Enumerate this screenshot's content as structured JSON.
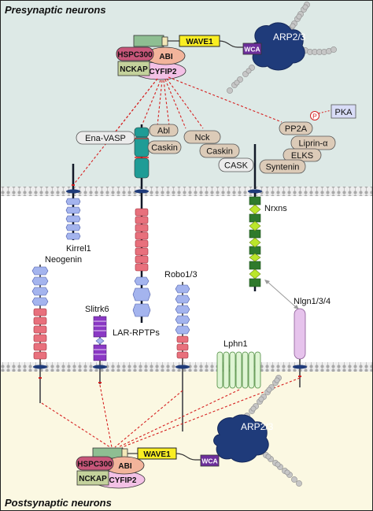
{
  "regions": {
    "presynaptic": "Presynaptic neurons",
    "postsynaptic": "Postsynaptic neurons"
  },
  "complex": {
    "hspc300": "HSPC300",
    "abi": "ABI",
    "nckap": "NCKAP",
    "cyfip2": "CYFIP2",
    "wave1": "WAVE1",
    "wca": "WCA",
    "arp23": "ARP2/3"
  },
  "adaptors": {
    "ena_vasp": "Ena-VASP",
    "abl": "Abl",
    "caskin_1": "Caskin",
    "nck": "Nck",
    "caskin_2": "Caskin",
    "cask": "CASK",
    "pp2a": "PP2A",
    "liprin": "Liprin-α",
    "elks": "ELKS",
    "syntenin": "Syntenin",
    "p": "P",
    "pka": "PKA"
  },
  "receptors": {
    "kirrel": "Kirrel1",
    "neogenin": "Neogenin",
    "lar": "LAR-RPTPs",
    "slitrk": "Slitrk6",
    "robo": "Robo1/3",
    "nrxns": "Nrxns",
    "lphn": "Lphn1",
    "nlgn": "Nlgn1/3/4"
  },
  "colors": {
    "pre_bg": "#dde9e6",
    "post_bg": "#fbf8e2",
    "membrane": "#ececec",
    "blue_domain": "#a4b4ee",
    "red_domain": "#e8707c",
    "teal": "#1f9c96",
    "purple": "#8a38c4",
    "green_dark": "#2f7a2c",
    "green_diamond": "#bbe62a",
    "lphn_green": "#dff5d4",
    "nlgn_pink": "#e6c3ec",
    "arp_navy": "#1f3b7a",
    "wave_yellow": "#f9ee22",
    "wca_purple": "#6d2f9b",
    "hspc_rose": "#c8567a",
    "abi_salmon": "#f2b49b",
    "nckap_olive": "#c4d29c",
    "cyfip_pink": "#f3c1e6",
    "adaptor_tan": "#dccbb8",
    "adaptor_gray": "#ececec",
    "pka_blue": "#d8dcf7"
  }
}
